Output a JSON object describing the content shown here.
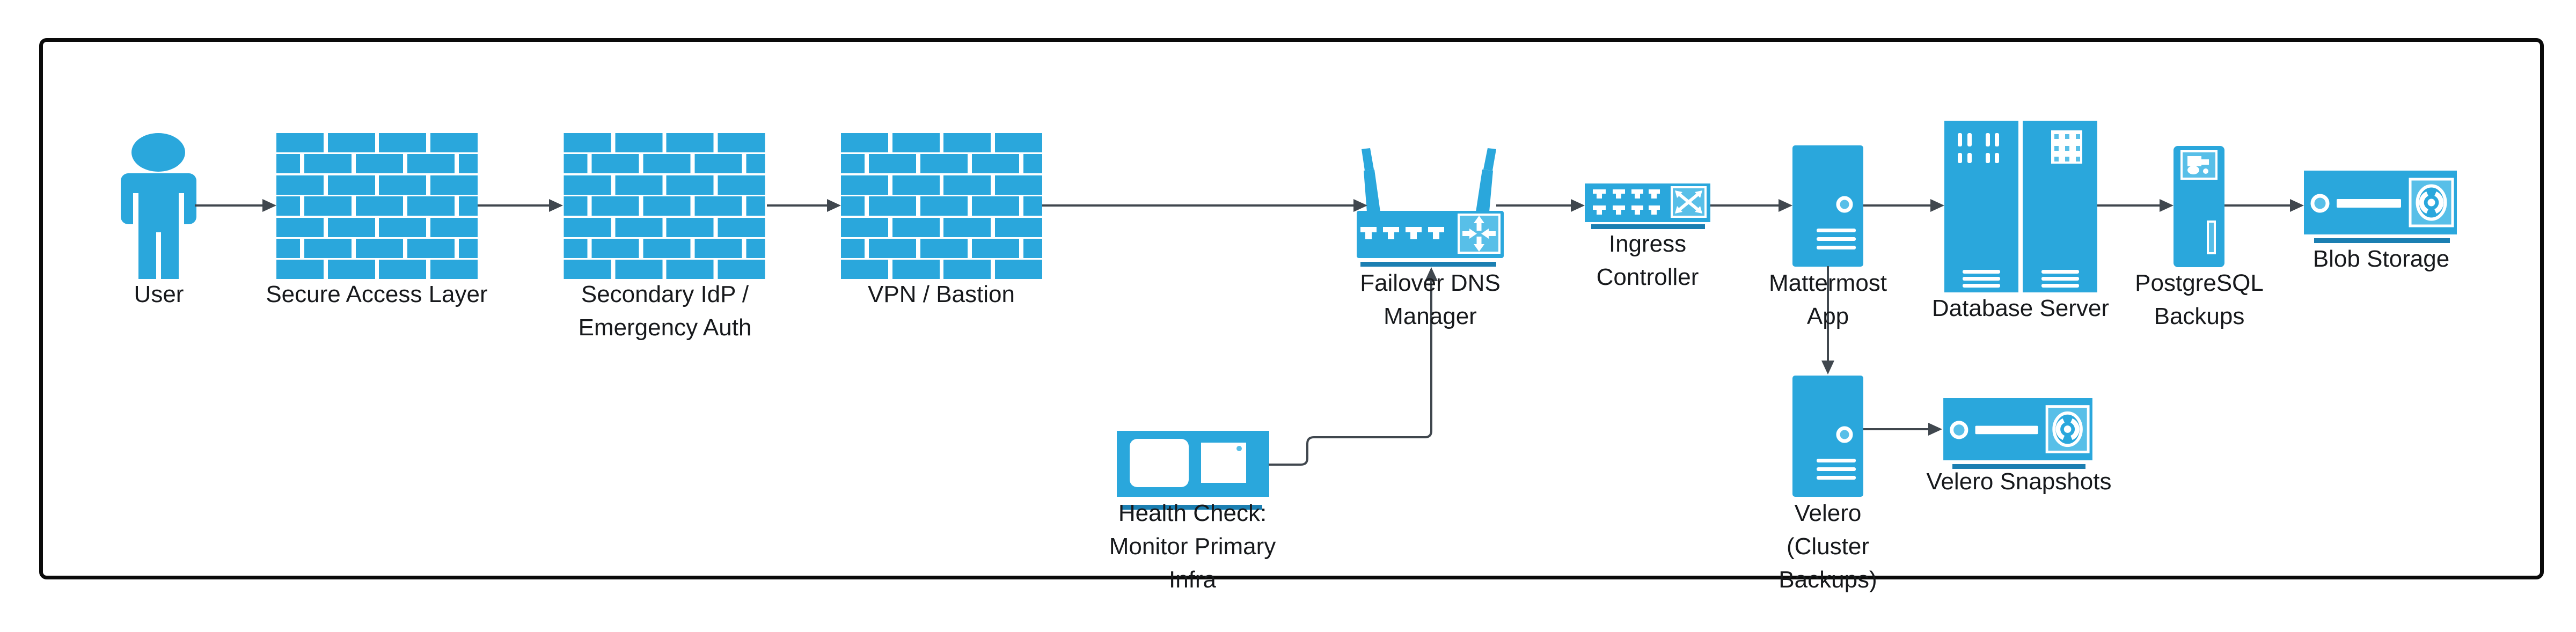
{
  "diagram": {
    "type": "architecture-flow-diagram",
    "colors": {
      "accent": "#2AA7DC",
      "accent_light": "#58BFE8",
      "accent_dark": "#1B7FB2",
      "connector": "#40474E",
      "frame_border": "#0A0A0A",
      "label_text": "#17191C",
      "background": "#FFFFFF"
    },
    "nodes": {
      "user": {
        "icon": "person-icon",
        "lines": [
          "User"
        ]
      },
      "secure_access": {
        "icon": "firewall-icon",
        "lines": [
          "Secure Access Layer"
        ]
      },
      "secondary_idp": {
        "icon": "firewall-icon",
        "lines": [
          "Secondary IdP /",
          "Emergency Auth"
        ]
      },
      "vpn_bastion": {
        "icon": "firewall-icon",
        "lines": [
          "VPN / Bastion"
        ]
      },
      "failover_dns": {
        "icon": "wireless-router-icon",
        "lines": [
          "Failover DNS",
          "Manager"
        ]
      },
      "health_check": {
        "icon": "dual-monitor-icon",
        "lines": [
          "Health Check:",
          "Monitor Primary",
          "Infra"
        ]
      },
      "ingress": {
        "icon": "switch-icon",
        "lines": [
          "Ingress",
          "Controller"
        ]
      },
      "mattermost": {
        "icon": "server-tower-icon",
        "lines": [
          "Mattermost",
          "App"
        ]
      },
      "database": {
        "icon": "server-rack-icon",
        "lines": [
          "Database Server"
        ]
      },
      "postgres": {
        "icon": "backup-server-icon",
        "lines": [
          "PostgreSQL",
          "Backups"
        ]
      },
      "blob": {
        "icon": "disk-array-icon",
        "lines": [
          "Blob Storage"
        ]
      },
      "velero": {
        "icon": "server-tower-icon",
        "lines": [
          "Velero",
          "(Cluster",
          "Backups)"
        ]
      },
      "velero_snapshots": {
        "icon": "disk-array-icon",
        "lines": [
          "Velero Snapshots"
        ]
      }
    },
    "edges": [
      {
        "from": "user",
        "to": "secure_access"
      },
      {
        "from": "secure_access",
        "to": "secondary_idp"
      },
      {
        "from": "secondary_idp",
        "to": "vpn_bastion"
      },
      {
        "from": "vpn_bastion",
        "to": "failover_dns"
      },
      {
        "from": "failover_dns",
        "to": "ingress"
      },
      {
        "from": "ingress",
        "to": "mattermost"
      },
      {
        "from": "mattermost",
        "to": "database"
      },
      {
        "from": "database",
        "to": "postgres"
      },
      {
        "from": "postgres",
        "to": "blob"
      },
      {
        "from": "mattermost",
        "to": "velero"
      },
      {
        "from": "velero",
        "to": "velero_snapshots"
      },
      {
        "from": "health_check",
        "to": "failover_dns"
      }
    ]
  }
}
